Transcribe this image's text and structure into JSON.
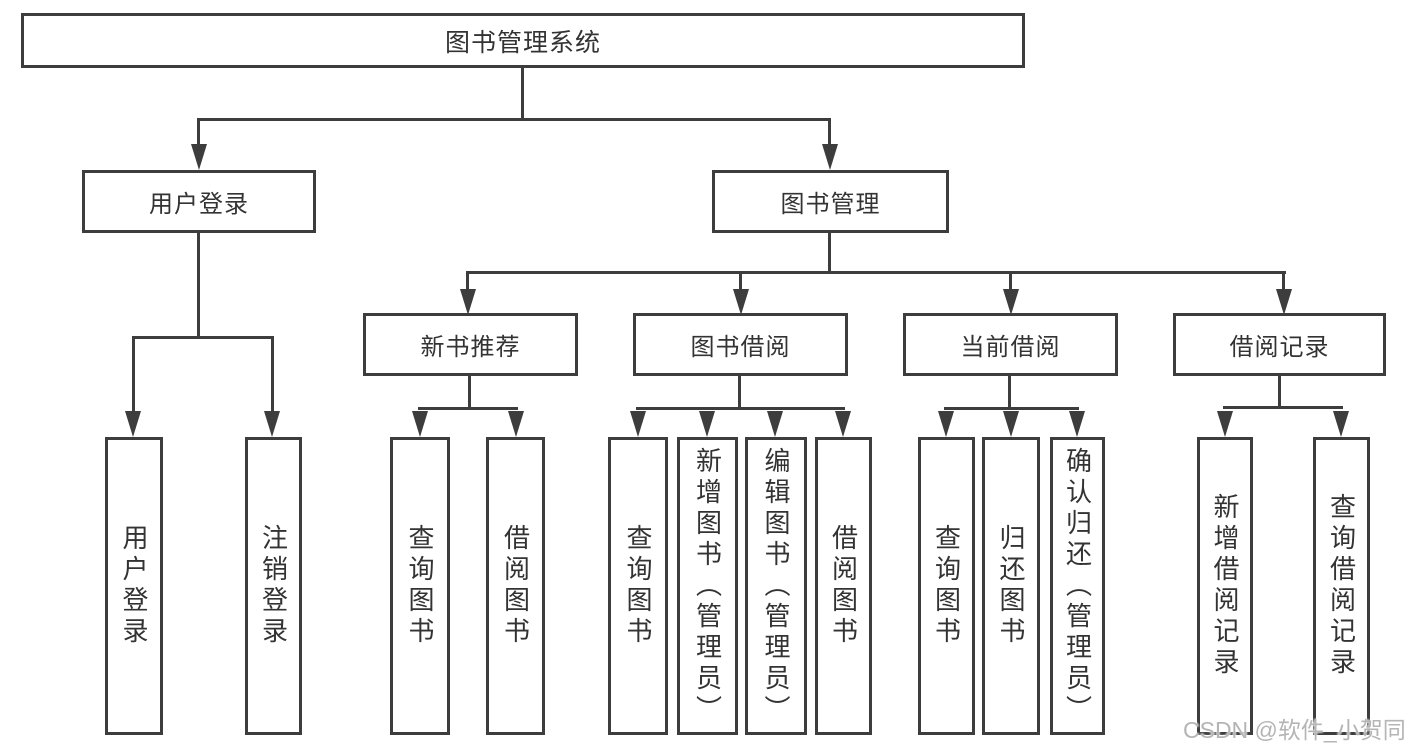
{
  "nodes": {
    "root": "图书管理系统",
    "level2": [
      "用户登录",
      "图书管理"
    ],
    "level3": [
      "新书推荐",
      "图书借阅",
      "当前借阅",
      "借阅记录"
    ],
    "user_login_children": [
      "用户登录",
      "注销登录"
    ],
    "new_book_children": [
      "查询图书",
      "借阅图书"
    ],
    "book_borrow_children": [
      "查询图书",
      "新增图书（管理员）",
      "编辑图书（管理员）",
      "借阅图书"
    ],
    "current_borrow_children": [
      "查询图书",
      "归还图书",
      "确认归还（管理员）"
    ],
    "borrow_record_children": [
      "新增借阅记录",
      "查询借阅记录"
    ]
  },
  "watermark": "CSDN @软件_小贺同学",
  "colors": {
    "line": "#3d3d3d",
    "text": "#333333",
    "watermark": "#b5b5b5",
    "background": "#ffffff"
  }
}
